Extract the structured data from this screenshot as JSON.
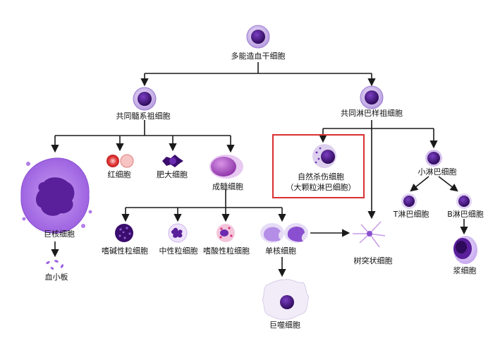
{
  "labels": {
    "hsc": "多能造血干细胞",
    "cmp": "共同髓系祖细胞",
    "clp": "共同淋巴样祖细胞",
    "rbc": "红细胞",
    "mast": "肥大细胞",
    "myeloblast": "成髓细胞",
    "megakaryocyte": "巨核细胞",
    "platelet": "血小板",
    "basophil": "嗜碱性粒细胞",
    "neutrophil": "中性粒细胞",
    "eosinophil": "嗜酸性粒细胞",
    "monocyte": "单核细胞",
    "macrophage": "巨噬细胞",
    "dendritic": "树突状细胞",
    "nk_line1": "自然杀伤细胞",
    "nk_line2": "（大颗粒淋巴细胞）",
    "small_lymph": "小淋巴细胞",
    "t_cell": "T淋巴细胞",
    "b_cell": "B淋巴细胞",
    "plasma": "浆细胞"
  },
  "colors": {
    "line": "#1a1a1a",
    "highlight_box": "#d93030",
    "cell_dark": "#3a0d6e",
    "cell_mid": "#6a2bb0",
    "cell_light": "#b48ee6",
    "rbc": "#d42828"
  }
}
